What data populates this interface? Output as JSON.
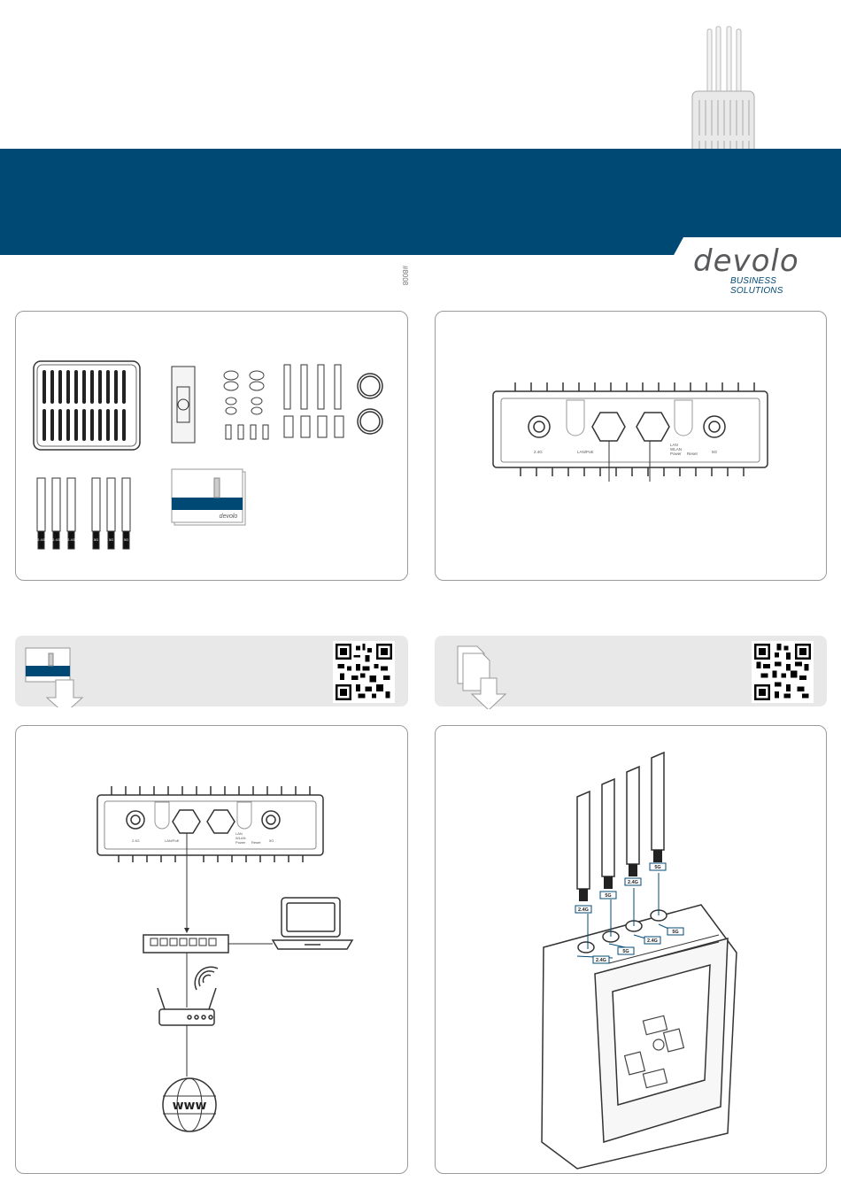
{
  "brand": {
    "logo_text": "devolo",
    "tagline": "BUSINESS SOLUTIONS",
    "primary_color": "#004975",
    "article_number": "#8008"
  },
  "ports": {
    "left_antenna": "2.4G",
    "lan_port": "LAN/PoE",
    "right_antenna": "5G",
    "led_lan": "LAN",
    "led_wlan": "WLAN",
    "led_power": "Power",
    "reset": "Reset"
  },
  "antenna_labels": [
    "2.4G",
    "5G",
    "2.4G",
    "5G",
    "2.4G",
    "5G",
    "2.4G",
    "5G"
  ],
  "kit_antenna_labels": [
    "2.4G",
    "2.4G",
    "2.4G",
    "5G",
    "5G",
    "5G"
  ],
  "icons": [
    "router-device",
    "network-switch",
    "laptop-icon",
    "wifi-router-icon",
    "globe-www-icon",
    "qr-code",
    "download-arrow-icon",
    "documents-icon"
  ]
}
